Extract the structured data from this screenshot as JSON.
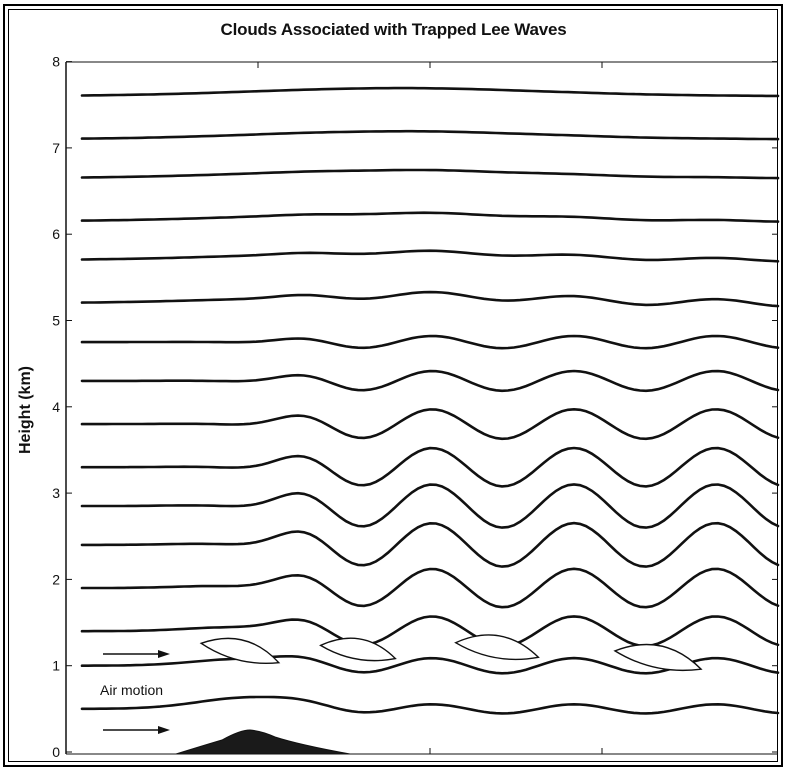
{
  "figure": {
    "title": "Clouds Associated with Trapped Lee Waves",
    "ylabel": "Height (km)",
    "annotation": "Air motion",
    "yticks": [
      "0",
      "1",
      "2",
      "3",
      "4",
      "5",
      "6",
      "7",
      "8"
    ],
    "colors": {
      "line": "#111111",
      "mountain": "#1a1a1a",
      "cloud_fill": "#ffffff"
    }
  },
  "chart_data": {
    "type": "line",
    "ylim": [
      0,
      8
    ],
    "streamline_base_heights_km": [
      0.5,
      1.0,
      1.4,
      1.9,
      2.4,
      2.85,
      3.3,
      3.8,
      4.3,
      4.75,
      5.2,
      5.7,
      6.15,
      6.65,
      7.1,
      7.6
    ],
    "elements": [
      "streamlines",
      "lenticular clouds",
      "mountain",
      "air motion arrows"
    ],
    "clouds_count": 4,
    "arrows_count": 2
  }
}
